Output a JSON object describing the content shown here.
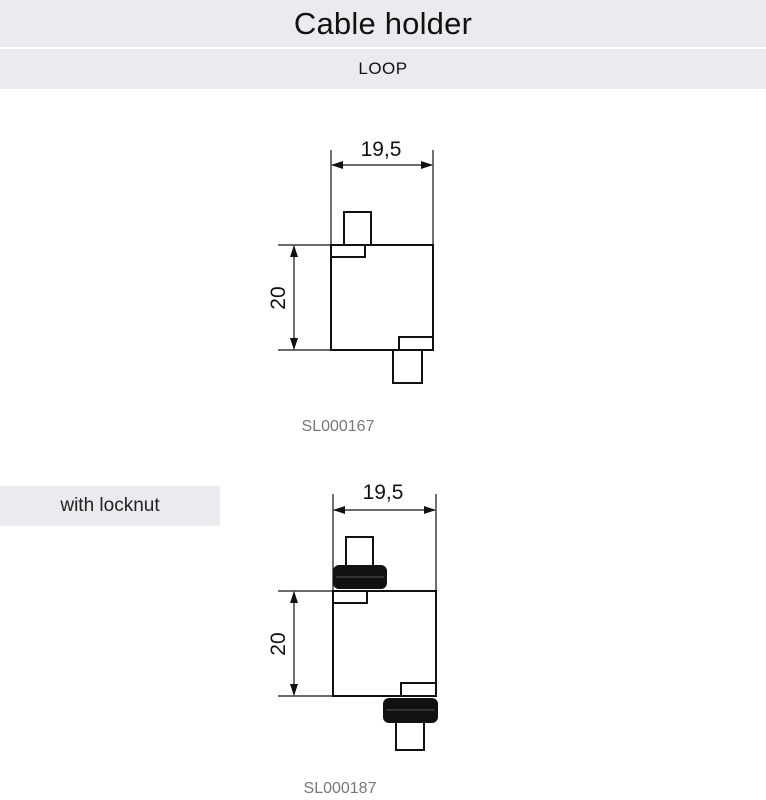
{
  "header": {
    "title": "Cable holder",
    "subtitle": "LOOP"
  },
  "drawings": [
    {
      "width_dimension": "19,5",
      "height_dimension": "20",
      "code": "SL000167",
      "has_locknut": false
    },
    {
      "variant_label": "with locknut",
      "width_dimension": "19,5",
      "height_dimension": "20",
      "code": "SL000187",
      "has_locknut": true
    }
  ]
}
